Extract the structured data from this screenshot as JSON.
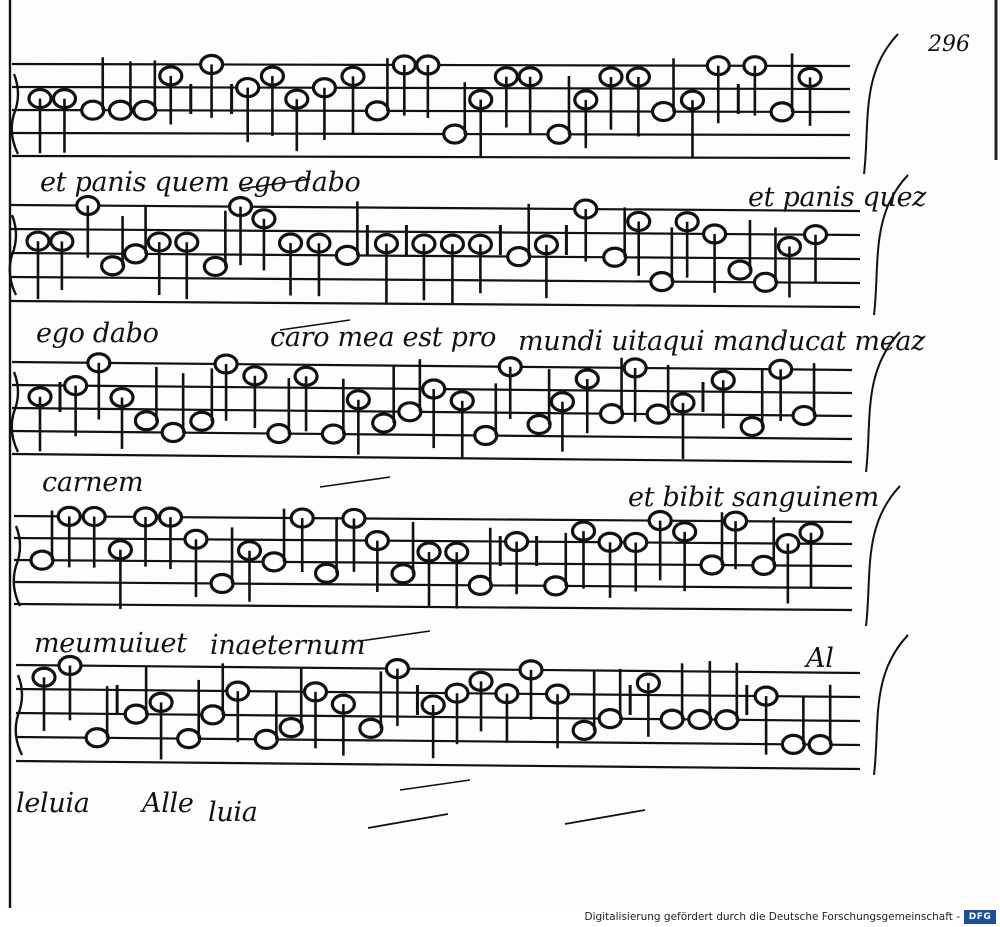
{
  "folio_number": "296",
  "lyrics": {
    "line1": {
      "a": "et panis quem ego dabo",
      "b": "et panis quez"
    },
    "line2": {
      "a": "ego dabo",
      "b": "caro mea est pro",
      "c": "mundi uita",
      "d": "qui manducat meaz"
    },
    "line3": {
      "a": "carnem",
      "b": "et bibit sanguinem"
    },
    "line4": {
      "a": "meum",
      "b": "uiuet",
      "c": "inaeternum",
      "d": "Al"
    },
    "line5": {
      "a": "leluia",
      "b": "Alle",
      "c": "luia"
    }
  },
  "credit": {
    "text": "Digitalisierung gefördert durch die Deutsche Forschungsgemeinschaft -",
    "logo": "DFG",
    "logo_color": "#1f4f9c"
  }
}
